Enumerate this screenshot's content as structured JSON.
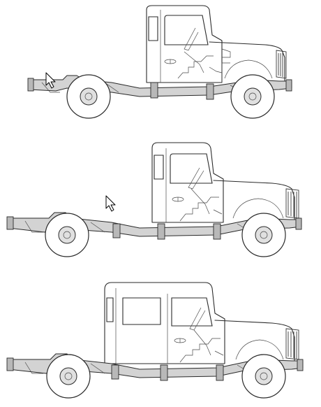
{
  "figure": {
    "vehicles": [
      {
        "variant": "single-cab-short",
        "cab": "single",
        "door_windows": 1
      },
      {
        "variant": "single-cab-long",
        "cab": "single",
        "door_windows": 1
      },
      {
        "variant": "double-cab",
        "cab": "double",
        "door_windows": 2
      }
    ],
    "colors": {
      "line": "#2a2a2a",
      "chassis_fill": "#d3d3d3",
      "background": "#ffffff"
    },
    "cursor_icon": "arrow-pointer-icon"
  }
}
